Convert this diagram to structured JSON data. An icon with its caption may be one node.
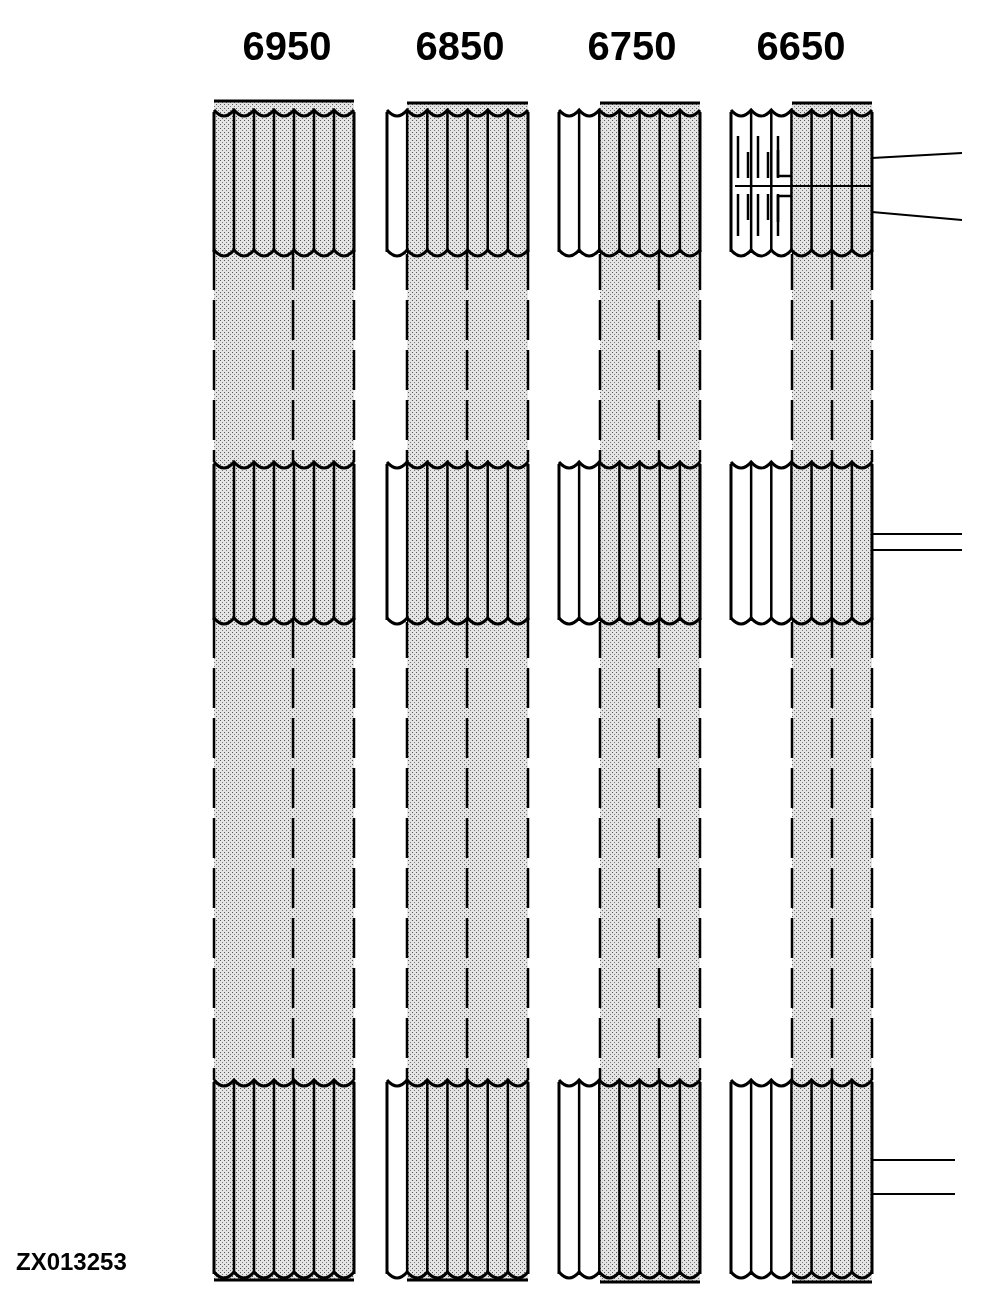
{
  "diagram": {
    "labels": [
      "6950",
      "6850",
      "6750",
      "6650",
      "ZX013253"
    ]
  }
}
